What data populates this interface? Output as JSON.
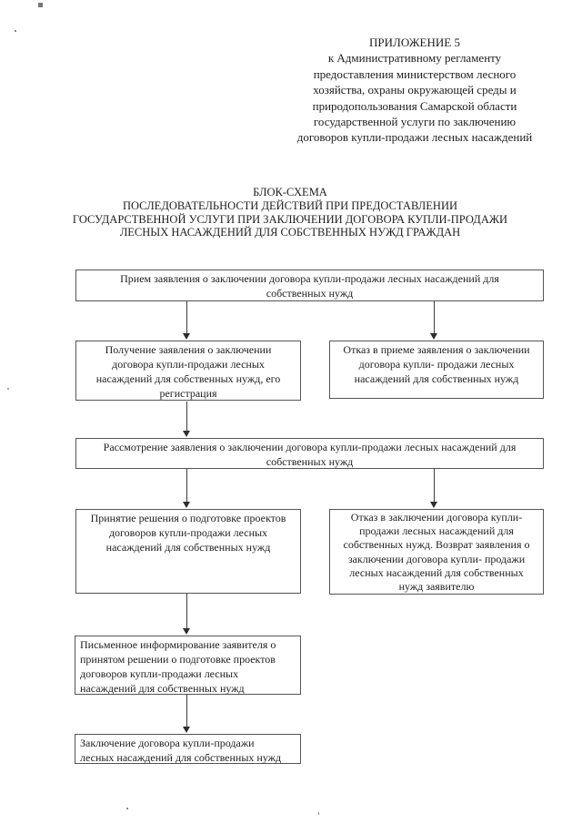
{
  "colors": {
    "background": "#ffffff",
    "text": "#1e1e1e",
    "box_border": "#555555",
    "arrow": "#3c3c3c"
  },
  "header": {
    "appendix": "ПРИЛОЖЕНИЕ 5\nк Административному регламенту\nпредоставления министерством лесного\nхозяйства, охраны окружающей среды и\nприродопользования Самарской области\nгосударственной услуги по заключению\nдоговоров купли-продажи лесных насаждений",
    "title": "БЛОК-СХЕМА\nПОСЛЕДОВАТЕЛЬНОСТИ ДЕЙСТВИЙ ПРИ ПРЕДОСТАВЛЕНИИ\nГОСУДАРСТВЕННОЙ УСЛУГИ ПРИ ЗАКЛЮЧЕНИИ ДОГОВОРА КУПЛИ-ПРОДАЖИ\nЛЕСНЫХ НАСАЖДЕНИЙ ДЛЯ СОБСТВЕННЫХ НУЖД ГРАЖДАН"
  },
  "flowchart": {
    "boxes": {
      "intake": "Прием заявления о заключении договора купли-продажи лесных насаждений для\nсобственных нужд",
      "registration": "Получение заявления о заключении\nдоговора купли-продажи лесных\nнасаждений для собственных нужд, его\nрегистрация",
      "refuse_intake": "Отказ в приеме заявления о заключении\nдоговора купли- продажи лесных\nнасаждений для собственных нужд",
      "review": "Рассмотрение заявления о заключении договора купли-продажи лесных насаждений для\nсобственных нужд",
      "decision_prepare": "Принятие решения о подготовке проектов\nдоговоров купли-продажи лесных\nнасаждений для собственных нужд",
      "refuse_conclude": "Отказ в заключении договора купли-\nпродажи лесных насаждений для\nсобственных нужд. Возврат заявления о\nзаключении договора купли- продажи\nлесных насаждений для собственных\nнужд заявителю",
      "written_inform": "Письменное информирование заявителя о\nпринятом решении о подготовке проектов\nдоговоров купли-продажи лесных\nнасаждений для собственных нужд",
      "conclude": "Заключение договора купли-продажи\nлесных насаждений для собственных нужд"
    },
    "arrows": [
      {
        "from": "intake",
        "to": "registration"
      },
      {
        "from": "intake",
        "to": "refuse_intake"
      },
      {
        "from": "registration",
        "to": "review"
      },
      {
        "from": "review",
        "to": "decision_prepare"
      },
      {
        "from": "review",
        "to": "refuse_conclude"
      },
      {
        "from": "decision_prepare",
        "to": "written_inform"
      },
      {
        "from": "written_inform",
        "to": "conclude"
      }
    ]
  }
}
